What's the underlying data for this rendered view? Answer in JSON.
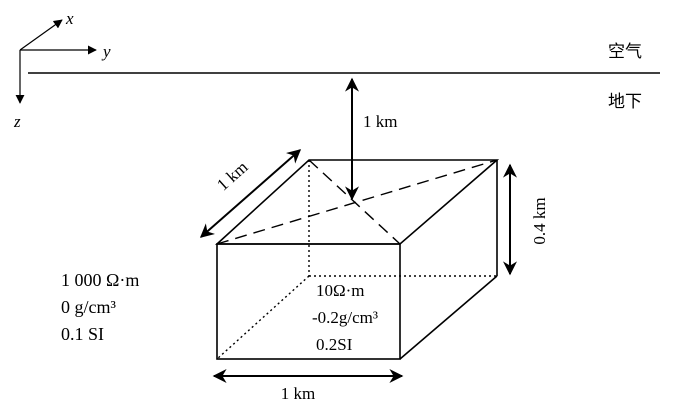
{
  "axes": {
    "x": "x",
    "y": "y",
    "z": "z"
  },
  "regions": {
    "air": "空气",
    "ground": "地下"
  },
  "dimensions": {
    "depth": "1 km",
    "length": "1 km",
    "width": "1 km",
    "height": "0.4 km"
  },
  "background_props": {
    "resistivity": "1 000 Ω·m",
    "density": "0 g/cm³",
    "susceptibility": "0.1 SI"
  },
  "body_props": {
    "resistivity": "10Ω·m",
    "density": "-0.2g/cm³",
    "susceptibility": "0.2SI"
  },
  "colors": {
    "ink": "#000000",
    "paper": "#ffffff"
  }
}
